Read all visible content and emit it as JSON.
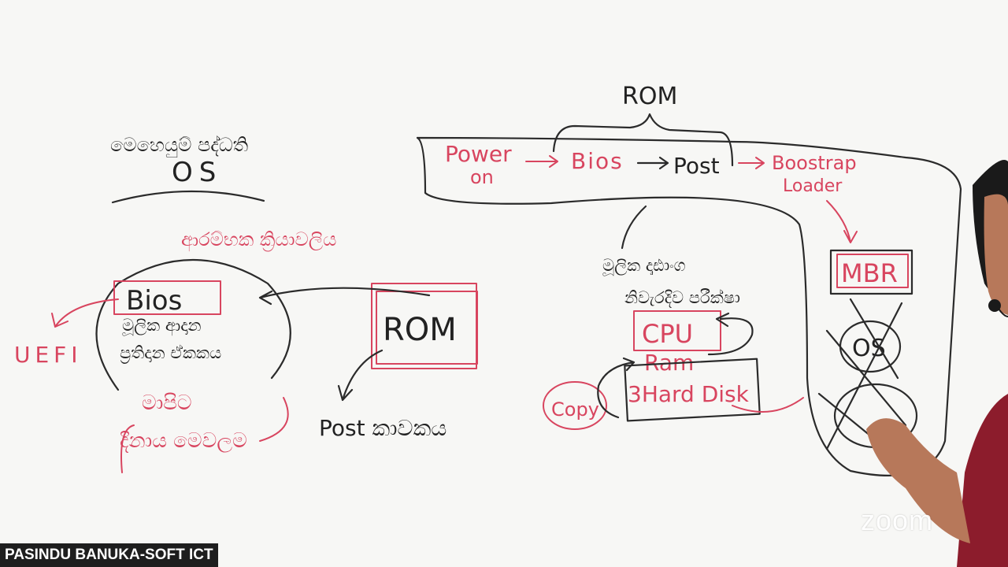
{
  "participant": {
    "name": "PASINDU BANUKA-SOFT ICT"
  },
  "app": {
    "watermark": "zoom"
  },
  "whiteboard": {
    "left": {
      "title_sinhala": "මෙහෙයුම් පද්ධති",
      "title": "OS",
      "boot_sinhala": "ආරම්භක ක්‍රියාවලිය",
      "bios": "Bios",
      "bios_desc_line1": "මූලික ආදාන",
      "bios_desc_line2": "ප්‍රතිදාන ඒකකය",
      "uefi": "UEFI",
      "red_line1": "මාපිට",
      "red_line2": "දිනාය මෙවලම",
      "rom": "ROM",
      "post": "Post කාවකය"
    },
    "right": {
      "rom_top": "ROM",
      "power_on_1": "Power",
      "power_on_2": "on",
      "bios": "Bios",
      "post": "Post",
      "bootstrap_1": "Boostrap",
      "bootstrap_2": "Loader",
      "check_line1": "මූලික දෘඪාංග",
      "check_line2": "නිවැරදිව පරීක්ෂා",
      "cpu": "CPU",
      "ram": "Ram",
      "hard_disk": "3Hard Disk",
      "copy": "Copy",
      "mbr": "MBR",
      "os": "OS"
    },
    "colors": {
      "black_ink": "#2b2b2b",
      "red_ink": "#d8455f",
      "board": "#f7f7f5"
    }
  }
}
